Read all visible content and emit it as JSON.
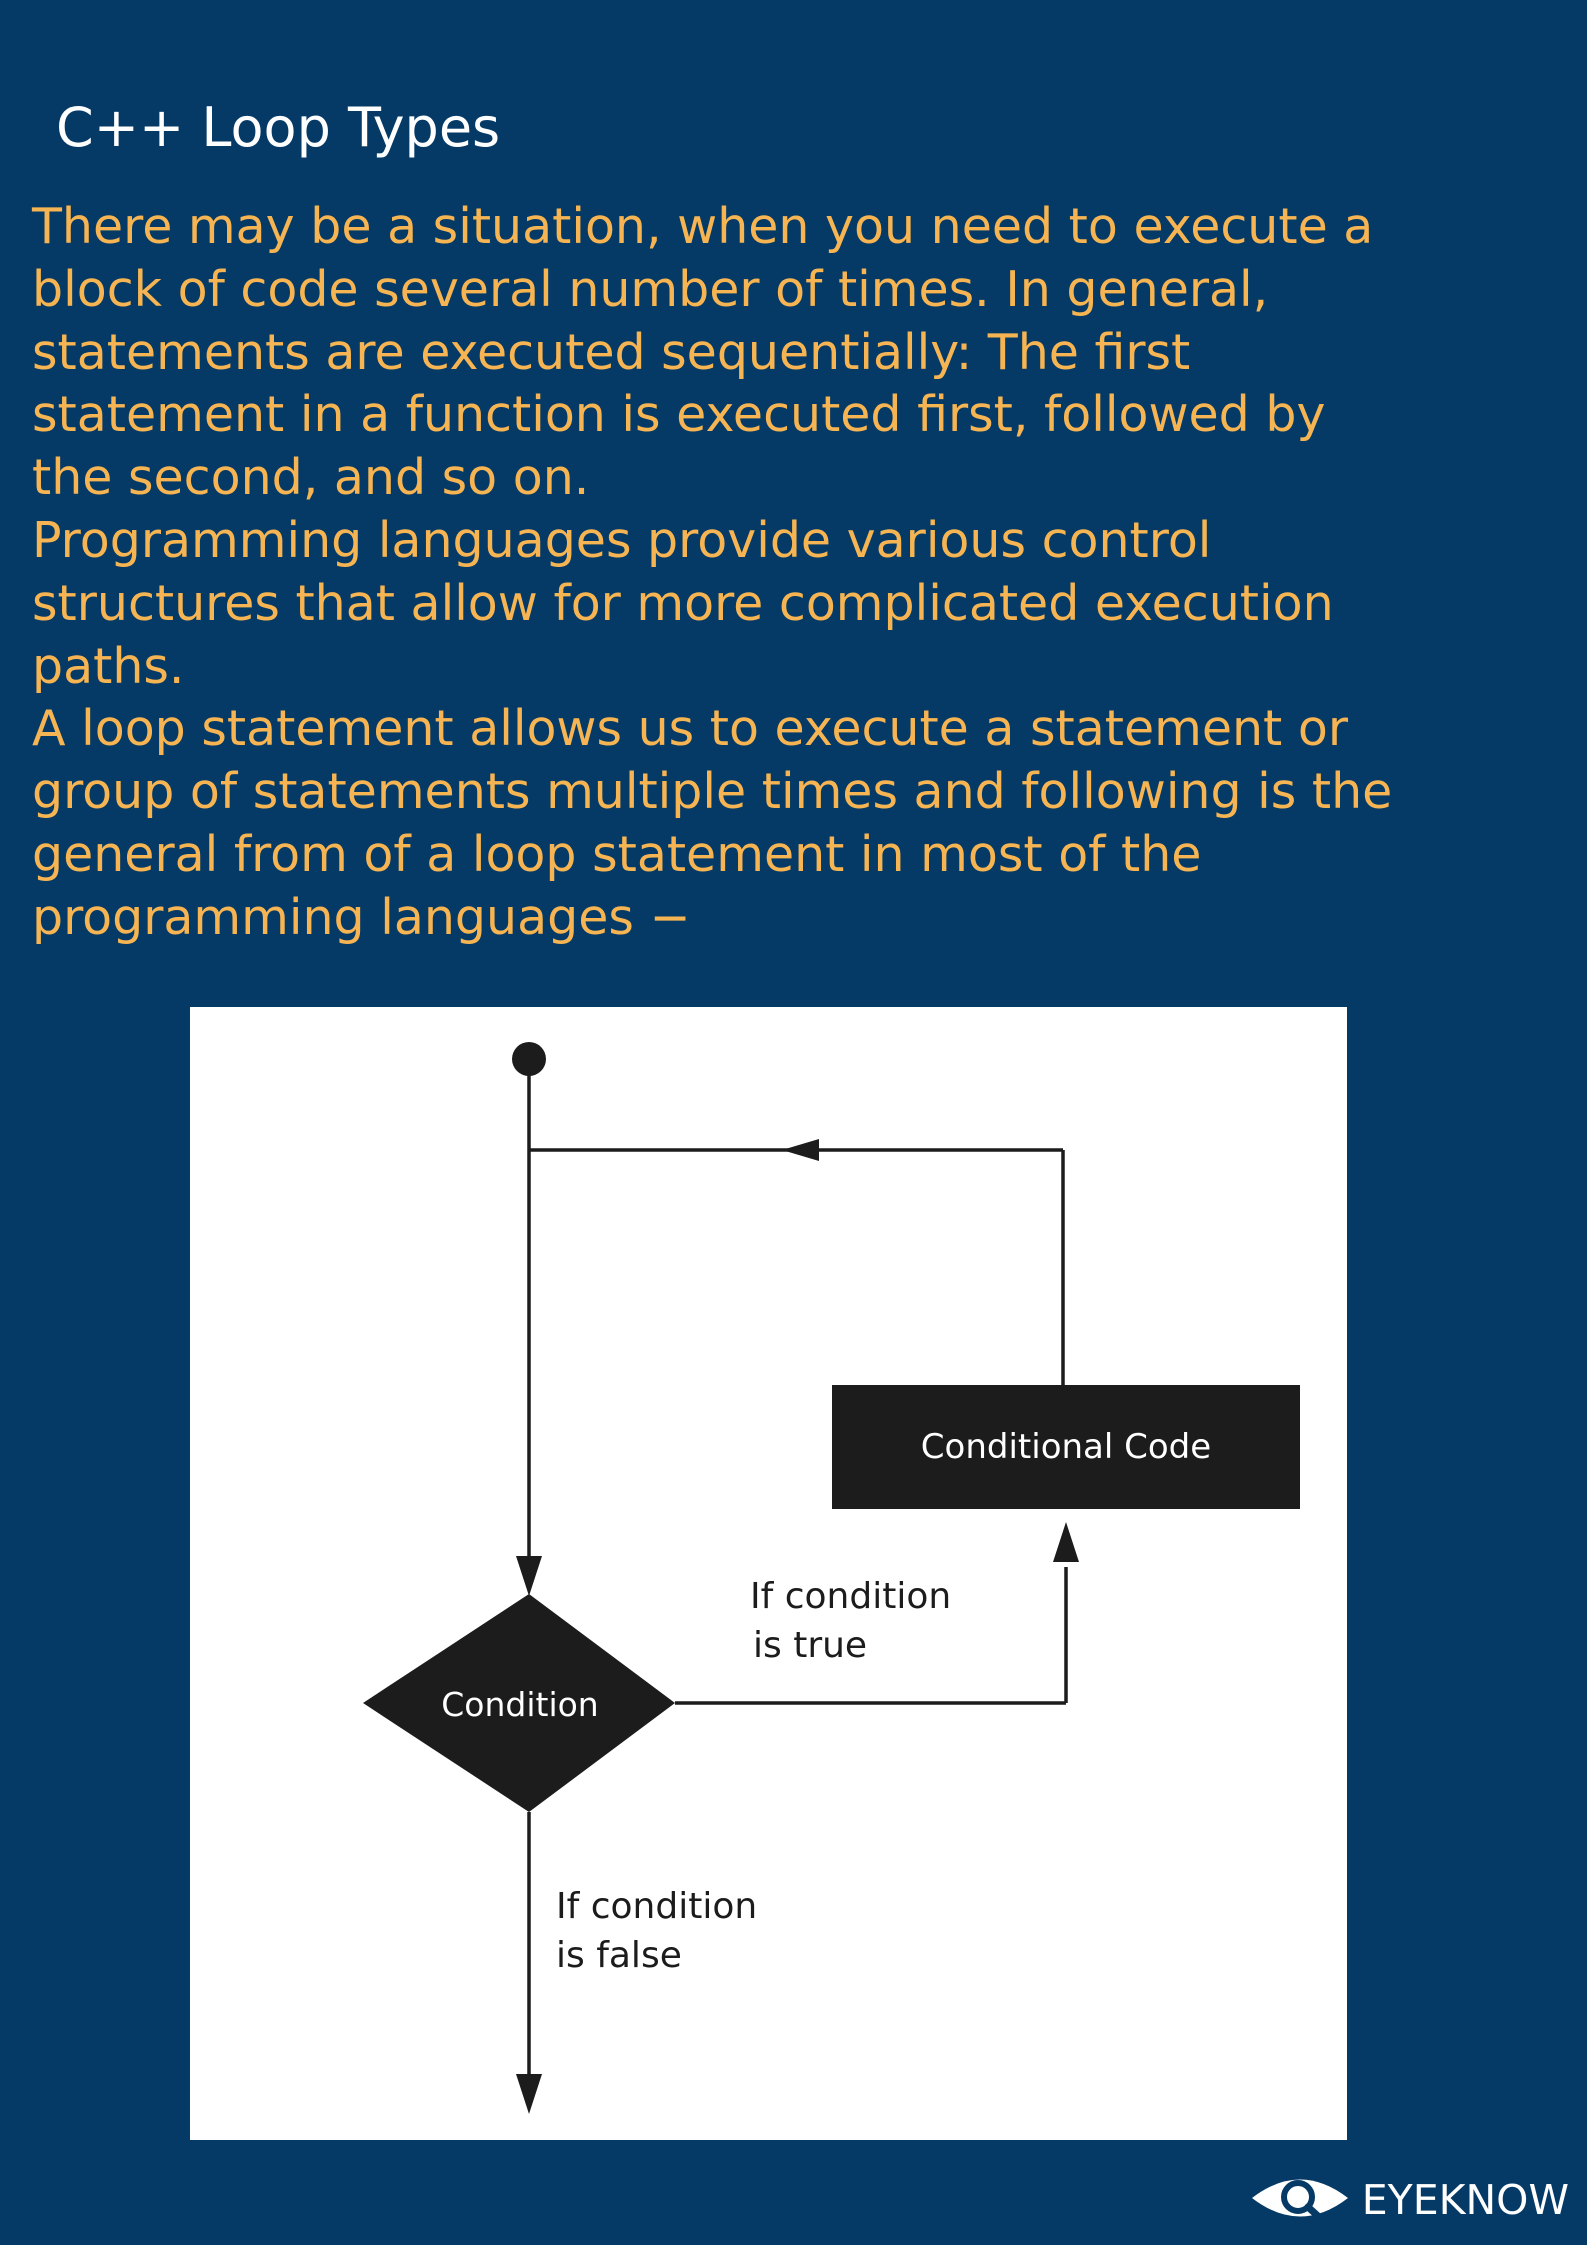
{
  "page": {
    "title": "C++ Loop Types",
    "paragraphs": [
      [
        "There may be a situation, when you need to execute a",
        "block of code several number of times. In general,",
        "statements are executed sequentially: The first",
        "statement in a function is executed first, followed by",
        "the second, and so on."
      ],
      [
        "Programming languages provide various control",
        "structures that allow for more complicated execution",
        "paths."
      ],
      [
        "A loop statement allows us to execute a statement or",
        "group of statements multiple times and following is the",
        "general from of a loop statement in most of the",
        "programming languages −"
      ]
    ]
  },
  "flowchart": {
    "process_label": "Conditional Code",
    "decision_label": "Condition",
    "true_label": [
      "If condition",
      "is true"
    ],
    "false_label": [
      "If condition",
      "is false"
    ]
  },
  "brand": {
    "name": "EYEKNOW",
    "logo_icon": "eye-with-magnifier-icon"
  },
  "colors": {
    "background": "#063a66",
    "body_text": "#f6b552",
    "title_text": "#ffffff",
    "diagram_ink": "#1c1c1c"
  }
}
